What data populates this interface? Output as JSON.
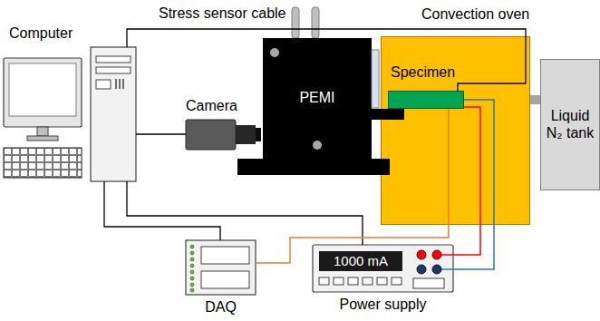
{
  "diagram": {
    "nodes": [
      {
        "text": [
          "Computer"
        ]
      },
      {
        "text": [
          "Camera"
        ]
      },
      {
        "text": [
          "PEMI"
        ]
      },
      {
        "text": [
          "Convection oven"
        ]
      },
      {
        "text": [
          "Specimen"
        ],
        "in": 3
      },
      {
        "text": [
          "Liquid N₂ tank"
        ]
      },
      {
        "text": [
          "DAQ"
        ]
      },
      {
        "text": [
          "1000 mA",
          "Power supply"
        ]
      }
    ],
    "edges": [
      {
        "from": 0,
        "to": 4,
        "arrow": "none",
        "label": "Stress sensor cable"
      },
      {
        "from": 0,
        "to": 1,
        "arrow": "none"
      },
      {
        "from": 0,
        "to": 6,
        "arrow": "none"
      },
      {
        "from": 0,
        "to": 7,
        "arrow": "none"
      },
      {
        "from": 6,
        "to": 4,
        "arrow": "none"
      },
      {
        "from": 7,
        "to": 4,
        "arrow": "none"
      },
      {
        "from": 7,
        "to": 4,
        "arrow": "none"
      },
      {
        "from": 3,
        "to": 5,
        "arrow": "none"
      }
    ]
  }
}
